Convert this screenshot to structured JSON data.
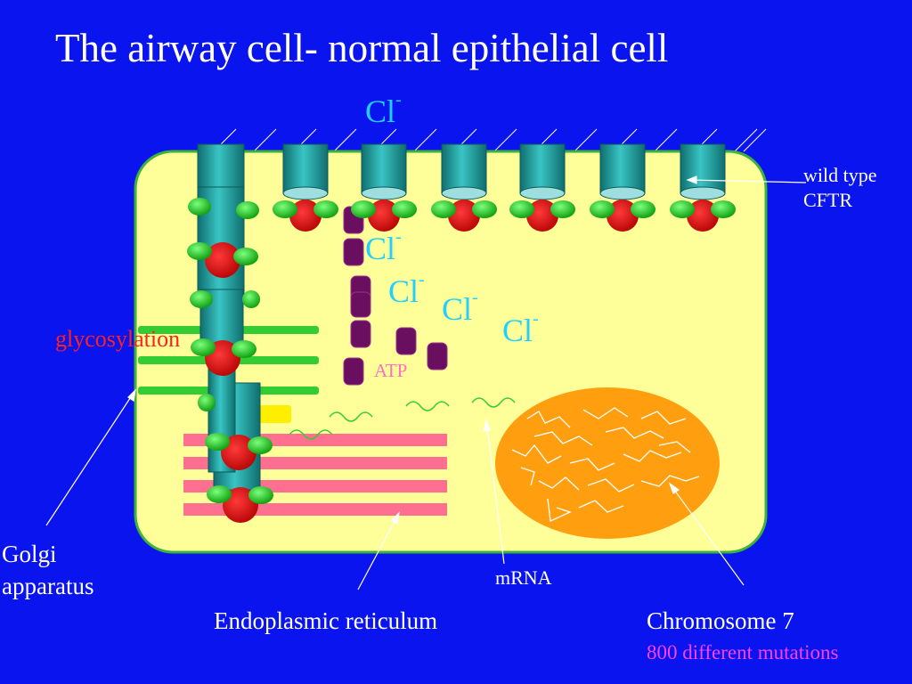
{
  "title": "The airway cell- normal epithelial cell",
  "labels": {
    "wild_type_line1": "wild type",
    "wild_type_line2": "CFTR",
    "glycosylation": "glycosylation",
    "atp": "ATP",
    "golgi_line1": "Golgi",
    "golgi_line2": "apparatus",
    "mrna": "mRNA",
    "er": "Endoplasmic reticulum",
    "chromosome": "Chromosome 7",
    "mutations": "800 different mutations"
  },
  "ions": {
    "symbol": "Cl",
    "charge": "-"
  },
  "colors": {
    "background": "#0a14ee",
    "cell": "#ffff99",
    "cell_border": "#3cb43c",
    "channel": "#1ea0a0",
    "nucleus": "#ff9f10",
    "er": "#ff6f8f",
    "golgi": "#33cc33",
    "ion": "#21d0ff",
    "glycosylation": "#ff2020",
    "atp": "#ff70c0",
    "mutations": "#ff40ff",
    "vesicle": "#6a0f5f"
  }
}
